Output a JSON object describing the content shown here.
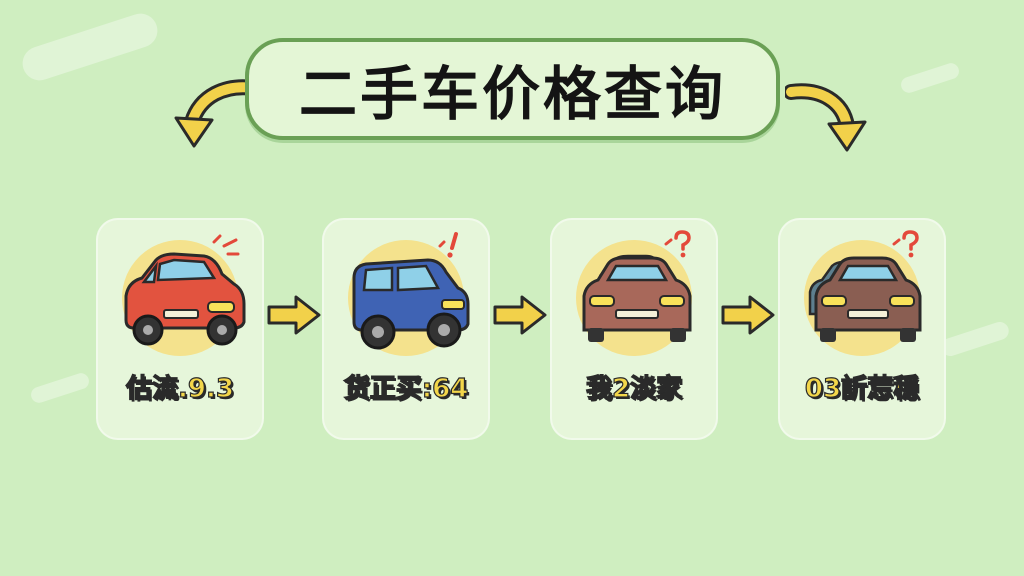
{
  "title": "二手车价格查询",
  "steps": [
    {
      "label": "估流.9.3",
      "car_color": "#e2533f",
      "car_type": "hatchback-car-icon"
    },
    {
      "label": "货正买:64",
      "car_color": "#3f63b4",
      "car_type": "suv-car-icon"
    },
    {
      "label": "我2淡家",
      "car_color": "#a8685a",
      "car_type": "sedan-car-icon"
    },
    {
      "label": "03訢莣穏",
      "car_color": "#8a5e52",
      "car_type": "sedan-car-icon"
    }
  ],
  "colors": {
    "background": "#cfeec0",
    "banner_border": "#6aa055",
    "arrow_fill": "#f2d14a",
    "label_fill": "#f3d64a"
  }
}
